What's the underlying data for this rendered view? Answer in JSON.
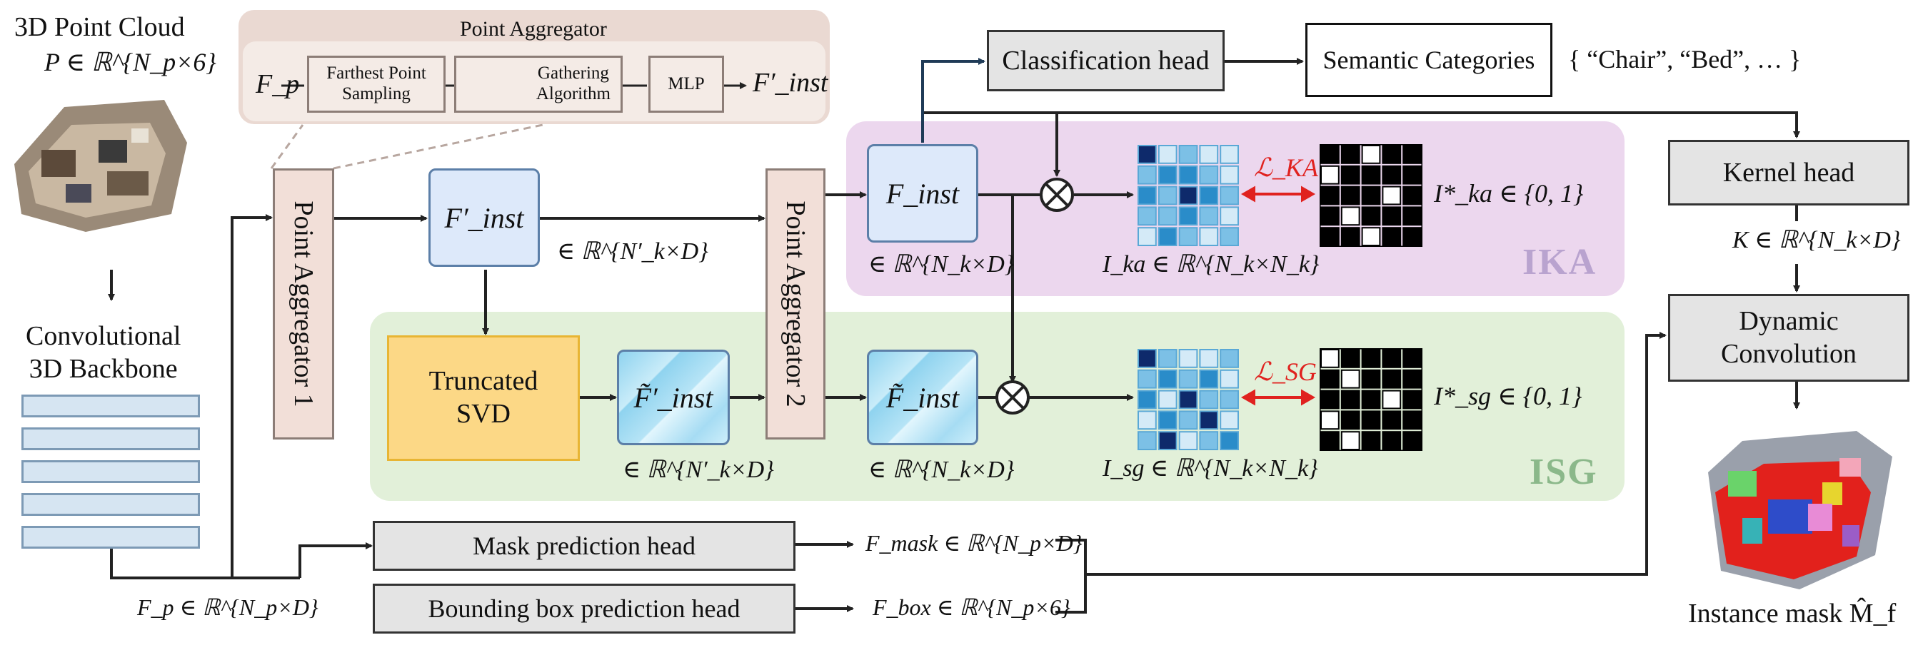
{
  "labels": {
    "point_cloud_title": "3D Point Cloud",
    "point_cloud_formula": "P ∈ ℝ^{N_p×6}",
    "backbone": "Convolutional\n3D Backbone",
    "point_aggregator_title": "Point Aggregator",
    "fp_in": "F_p",
    "fps": "Farthest Point\nSampling",
    "gathering": "Gathering\nAlgorithm",
    "mlp": "MLP",
    "f_inst_prime_out": "F′_inst",
    "pa1": "Point Aggregator 1",
    "pa2": "Point Aggregator 2",
    "f_inst_prime": "F′_inst",
    "f_inst_prime_dim": "∈ ℝ^{N′_k×D}",
    "svd": "Truncated\nSVD",
    "f_tilde_prime": "F̃′_inst",
    "f_tilde_prime_dim": "∈ ℝ^{N′_k×D}",
    "f_tilde": "F̃_inst",
    "f_tilde_dim": "∈ ℝ^{N_k×D}",
    "f_inst": "F_inst",
    "f_inst_dim": "∈ ℝ^{N_k×D}",
    "classification_head": "Classification head",
    "semantic_categories": "Semantic Categories",
    "categories_examples": "{ “Chair”, “Bed”, … }",
    "kernel_head": "Kernel head",
    "k_formula": "K ∈ ℝ^{N_k×D}",
    "dynamic_conv": "Dynamic\nConvolution",
    "instance_mask": "Instance mask M̂_f",
    "i_ka": "I_ka ∈ ℝ^{N_k×N_k}",
    "i_ka_star": "I*_ka ∈ {0, 1}",
    "l_ka": "ℒ_KA",
    "i_sg": "I_sg ∈ ℝ^{N_k×N_k}",
    "i_sg_star": "I*_sg ∈ {0, 1}",
    "l_sg": "ℒ_SG",
    "ika_tag": "IKA",
    "isg_tag": "ISG",
    "mask_head": "Mask prediction head",
    "bbox_head": "Bounding box prediction head",
    "f_mask": "F_mask ∈ ℝ^{N_p×D}",
    "f_box": "F_box ∈ ℝ^{N_p×6}",
    "fp_bottom": "F_p ∈ ℝ^{N_p×D}"
  },
  "colors": {
    "ika_region": "#ecd7ee",
    "isg_region": "#e2f0d9",
    "aggregator_region": "#ead9d2",
    "svd_fill": "#fcd886",
    "loss_red": "#e0221f",
    "ika_tag": "#b9a3cf",
    "isg_tag": "#8bb88a",
    "arrow": "#222222",
    "branch_blue": "#1f3b57"
  },
  "matrices": {
    "i_ka": [
      [
        3,
        0,
        1,
        0,
        0
      ],
      [
        1,
        2,
        2,
        1,
        0
      ],
      [
        2,
        1,
        3,
        2,
        1
      ],
      [
        1,
        1,
        2,
        1,
        0
      ],
      [
        0,
        2,
        1,
        0,
        1
      ]
    ],
    "i_ka_star": [
      [
        1,
        1,
        0,
        1,
        1
      ],
      [
        0,
        1,
        1,
        1,
        1
      ],
      [
        1,
        1,
        1,
        0,
        1
      ],
      [
        1,
        0,
        1,
        1,
        1
      ],
      [
        1,
        1,
        0,
        1,
        1
      ]
    ],
    "i_sg": [
      [
        3,
        1,
        0,
        0,
        1
      ],
      [
        1,
        2,
        1,
        2,
        0
      ],
      [
        2,
        0,
        3,
        1,
        1
      ],
      [
        0,
        2,
        1,
        3,
        0
      ],
      [
        1,
        3,
        0,
        1,
        2
      ]
    ],
    "i_sg_star": [
      [
        0,
        1,
        1,
        1,
        1
      ],
      [
        1,
        0,
        1,
        1,
        1
      ],
      [
        1,
        1,
        1,
        0,
        1
      ],
      [
        0,
        1,
        1,
        1,
        1
      ],
      [
        1,
        0,
        1,
        1,
        1
      ]
    ]
  }
}
